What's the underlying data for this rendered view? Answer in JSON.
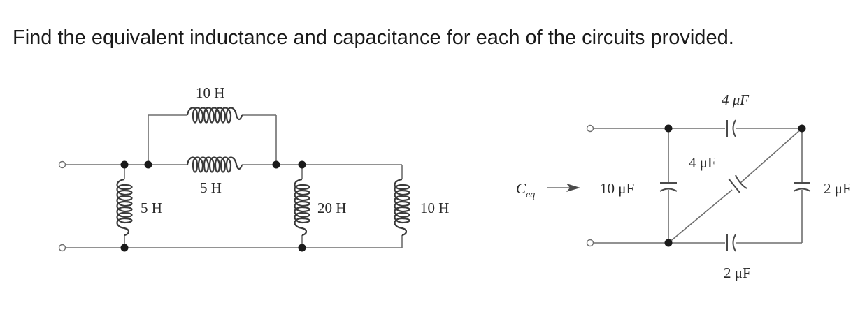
{
  "question": "Find the equivalent inductance and capacitance for each of the circuits provided.",
  "inductor_circuit": {
    "l_top": "10 H",
    "l_mid": "5 H",
    "l_left": "5 H",
    "l_center": "20 H",
    "l_right": "10 H"
  },
  "capacitor_circuit": {
    "ceq_main": "C",
    "ceq_sub": "eq",
    "c_top": "4 μF",
    "c_diag": "4 μF",
    "c_left": "10 μF",
    "c_right": "2 μF",
    "c_bottom": "2 μF"
  }
}
